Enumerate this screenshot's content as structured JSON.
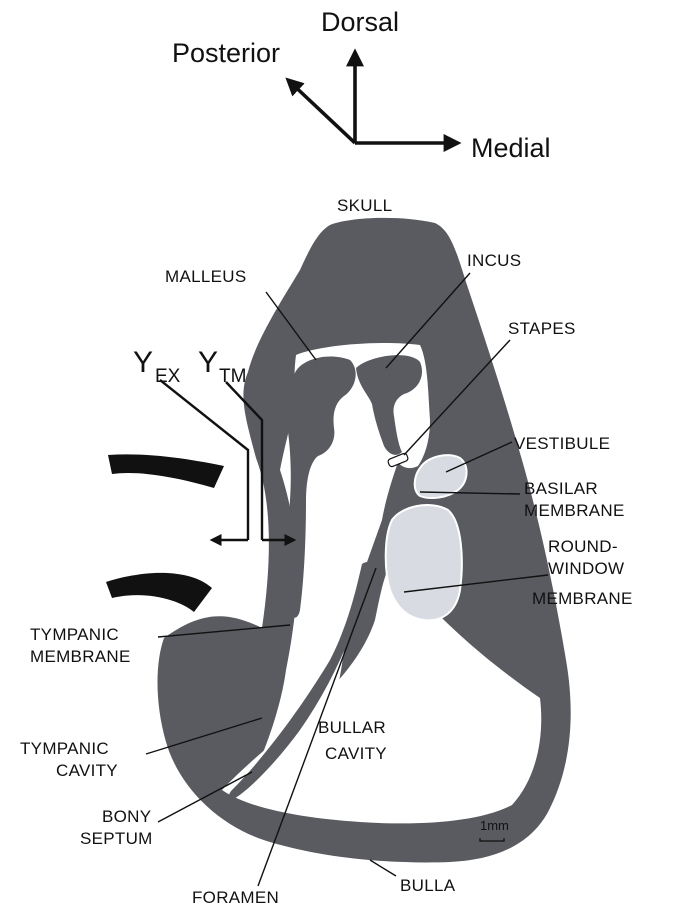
{
  "orientation": {
    "dorsal": "Dorsal",
    "posterior": "Posterior",
    "medial": "Medial"
  },
  "probes": {
    "y_ex_main": "Y",
    "y_ex_sub": "EX",
    "y_tm_main": "Y",
    "y_tm_sub": "TM"
  },
  "labels": {
    "skull": "SKULL",
    "malleus": "MALLEUS",
    "incus": "INCUS",
    "stapes": "STAPES",
    "vestibule": "VESTIBULE",
    "basilar_1": "BASILAR",
    "basilar_2": "MEMBRANE",
    "round_1": "ROUND-",
    "round_2": "WINDOW",
    "round_3": "MEMBRANE",
    "tympanic_membrane_1": "TYMPANIC",
    "tympanic_membrane_2": "MEMBRANE",
    "tympanic_cavity_1": "TYMPANIC",
    "tympanic_cavity_2": "CAVITY",
    "bullar_cavity_1": "BULLAR",
    "bullar_cavity_2": "CAVITY",
    "bony_septum_1": "BONY",
    "bony_septum_2": "SEPTUM",
    "foramen": "FORAMEN",
    "bulla": "BULLA"
  },
  "scale_bar": {
    "label": "1mm"
  },
  "colors": {
    "tissue": "#595b61",
    "fluid": "#d9dbe3",
    "ink": "#111111"
  }
}
